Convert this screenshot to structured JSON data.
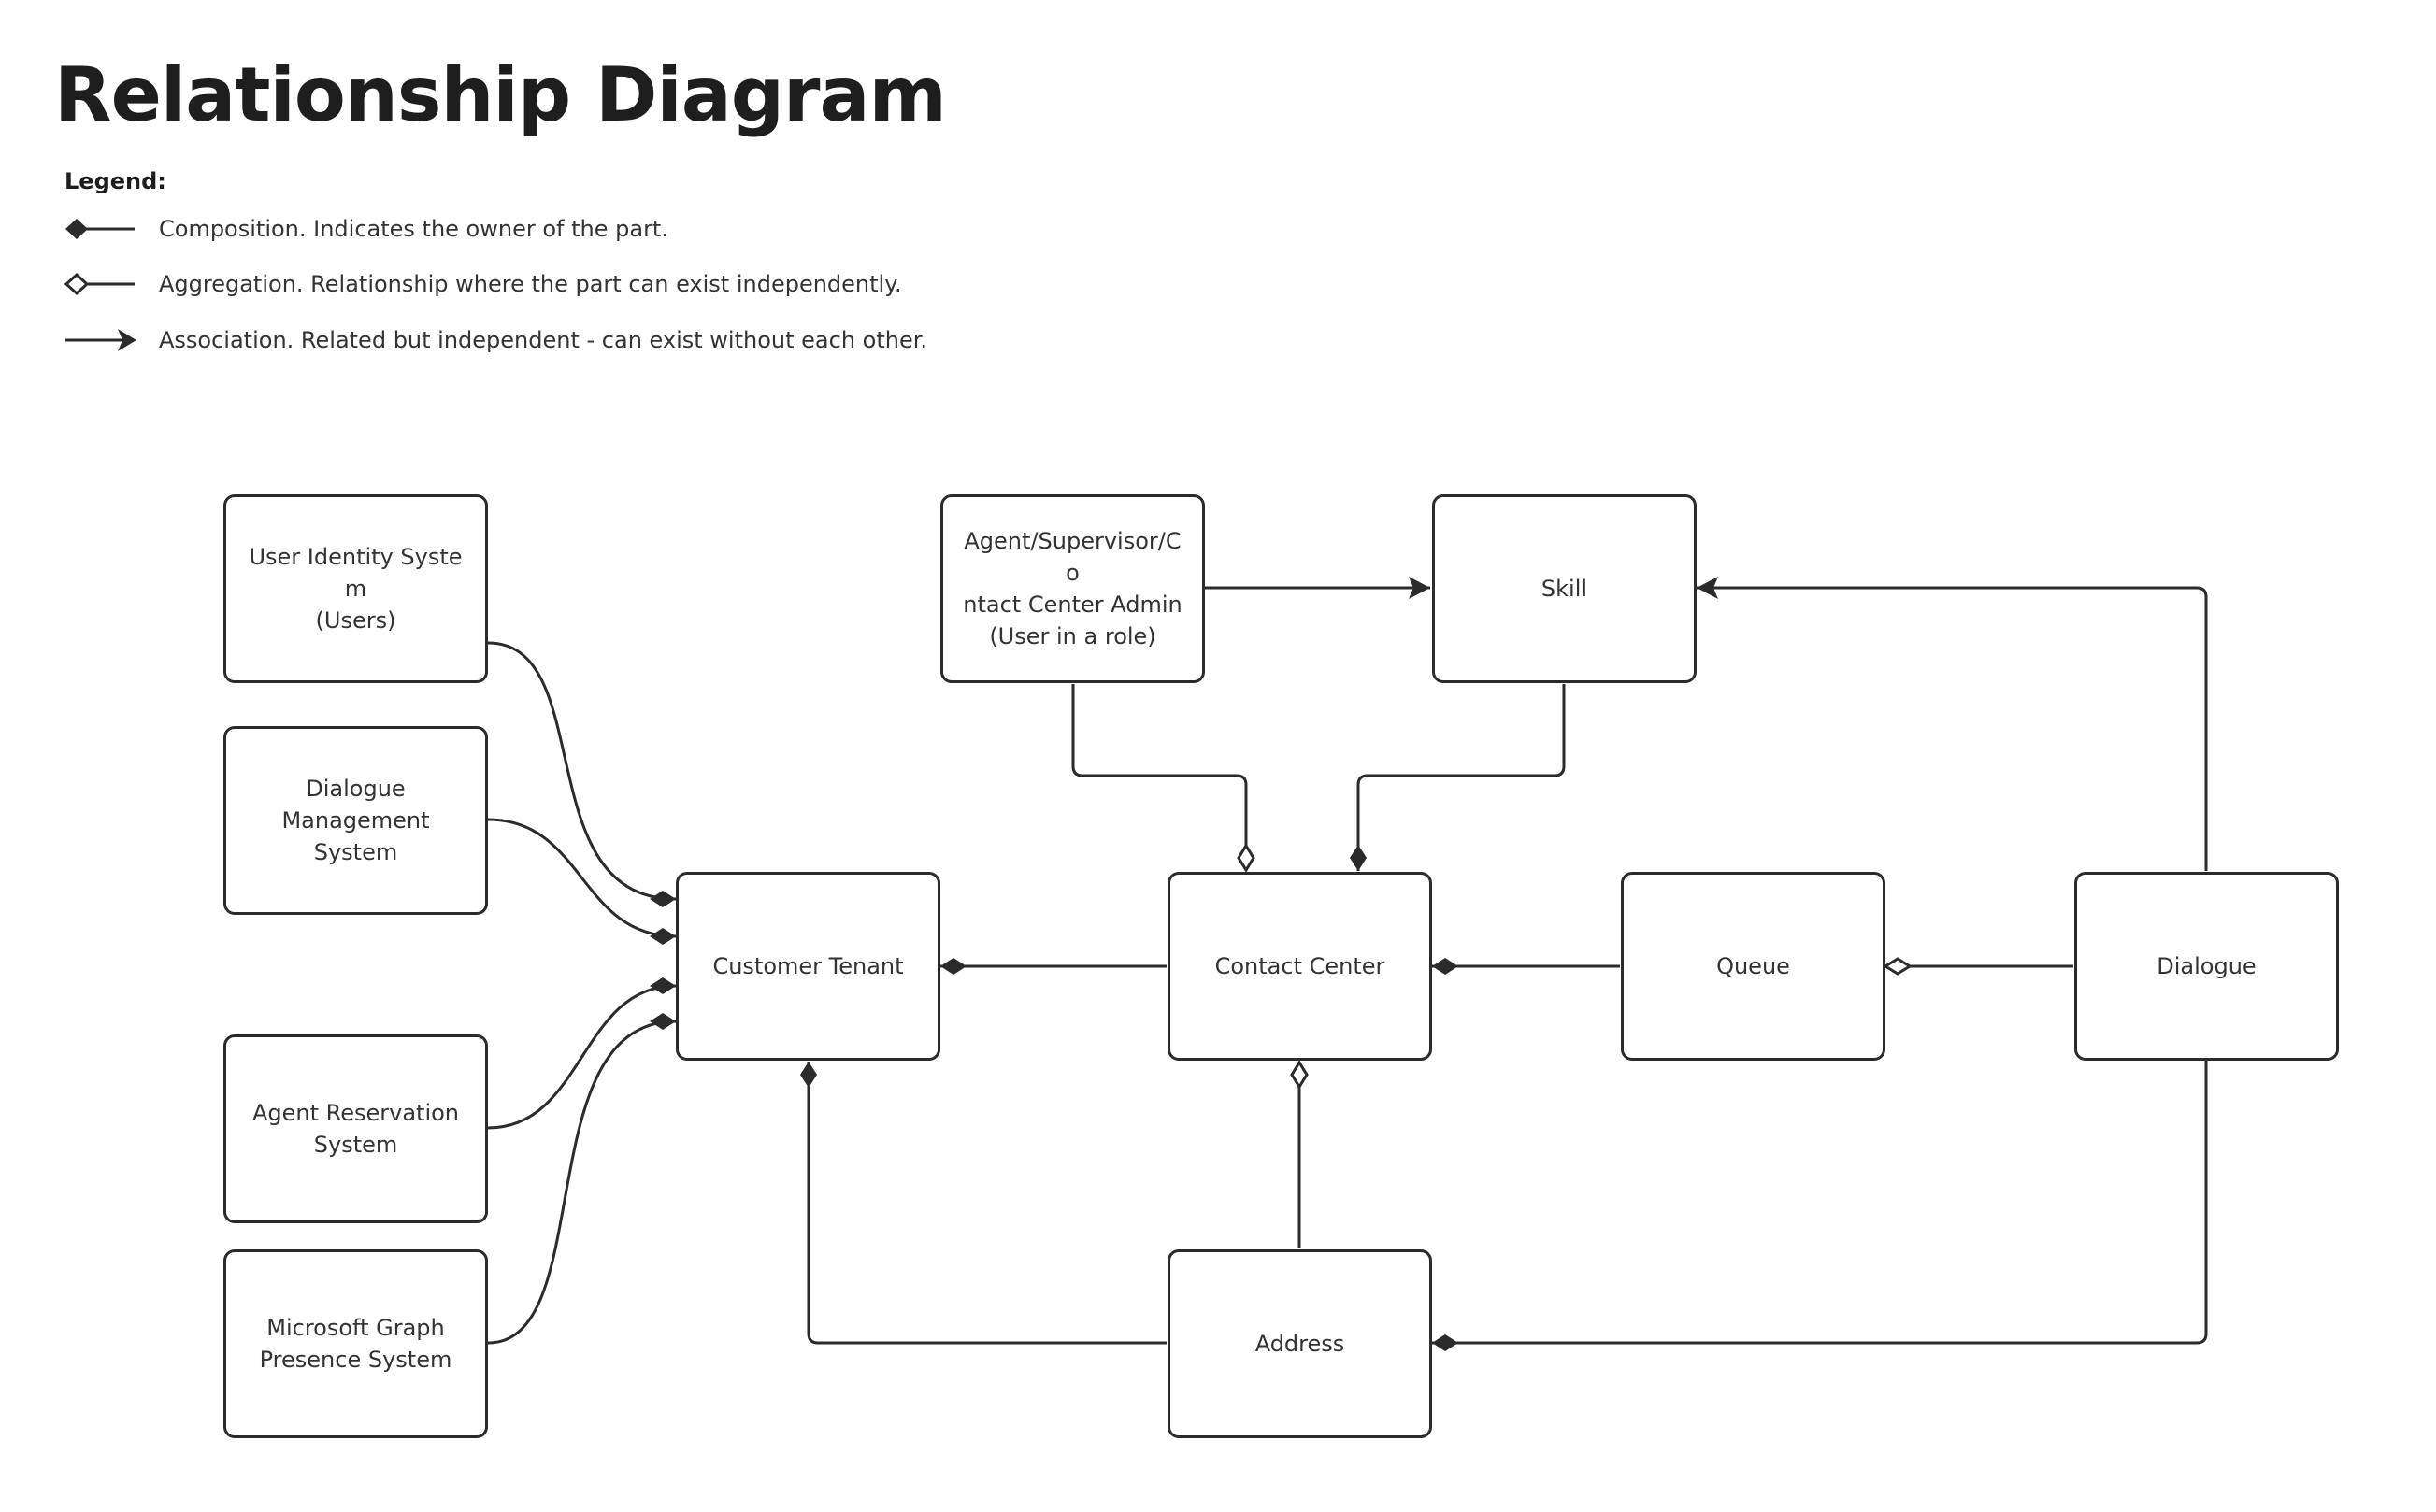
{
  "title": "Relationship Diagram",
  "legend": {
    "heading": "Legend:",
    "items": [
      {
        "type": "composition",
        "text": "Composition. Indicates the owner of the part."
      },
      {
        "type": "aggregation",
        "text": "Aggregation. Relationship where the part can exist independently."
      },
      {
        "type": "association",
        "text": "Association. Related but independent - can exist without each other."
      }
    ]
  },
  "nodes": {
    "user_identity": "User Identity System\n(Users)",
    "dialogue_management": "Dialogue\nManagement\nSystem",
    "agent_reservation": "Agent Reservation\nSystem",
    "graph_presence": "Microsoft Graph\nPresence System",
    "agent_admin": "Agent/Supervisor/Co\nntact Center Admin\n(User in a role)",
    "skill": "Skill",
    "customer_tenant": "Customer Tenant",
    "contact_center": "Contact Center",
    "queue": "Queue",
    "dialogue": "Dialogue",
    "address": "Address"
  },
  "relationships": [
    {
      "from": "User Identity System (Users)",
      "to": "Customer Tenant",
      "type": "composition"
    },
    {
      "from": "Dialogue Management System",
      "to": "Customer Tenant",
      "type": "composition"
    },
    {
      "from": "Agent Reservation System",
      "to": "Customer Tenant",
      "type": "composition"
    },
    {
      "from": "Microsoft Graph Presence System",
      "to": "Customer Tenant",
      "type": "composition"
    },
    {
      "from": "Contact Center",
      "to": "Customer Tenant",
      "type": "composition"
    },
    {
      "from": "Address",
      "to": "Customer Tenant",
      "type": "composition"
    },
    {
      "from": "Agent/Supervisor/Contact Center Admin (User in a role)",
      "to": "Contact Center",
      "type": "aggregation"
    },
    {
      "from": "Skill",
      "to": "Contact Center",
      "type": "composition"
    },
    {
      "from": "Queue",
      "to": "Contact Center",
      "type": "composition"
    },
    {
      "from": "Address",
      "to": "Contact Center",
      "type": "aggregation"
    },
    {
      "from": "Dialogue",
      "to": "Queue",
      "type": "aggregation"
    },
    {
      "from": "Dialogue",
      "to": "Address",
      "type": "composition"
    },
    {
      "from": "Agent/Supervisor/Contact Center Admin (User in a role)",
      "to": "Skill",
      "type": "association"
    },
    {
      "from": "Dialogue",
      "to": "Skill",
      "type": "association"
    }
  ],
  "colors": {
    "line": "#2b2b2b",
    "text": "#333333",
    "title": "#1e1e1e",
    "background": "#ffffff"
  }
}
